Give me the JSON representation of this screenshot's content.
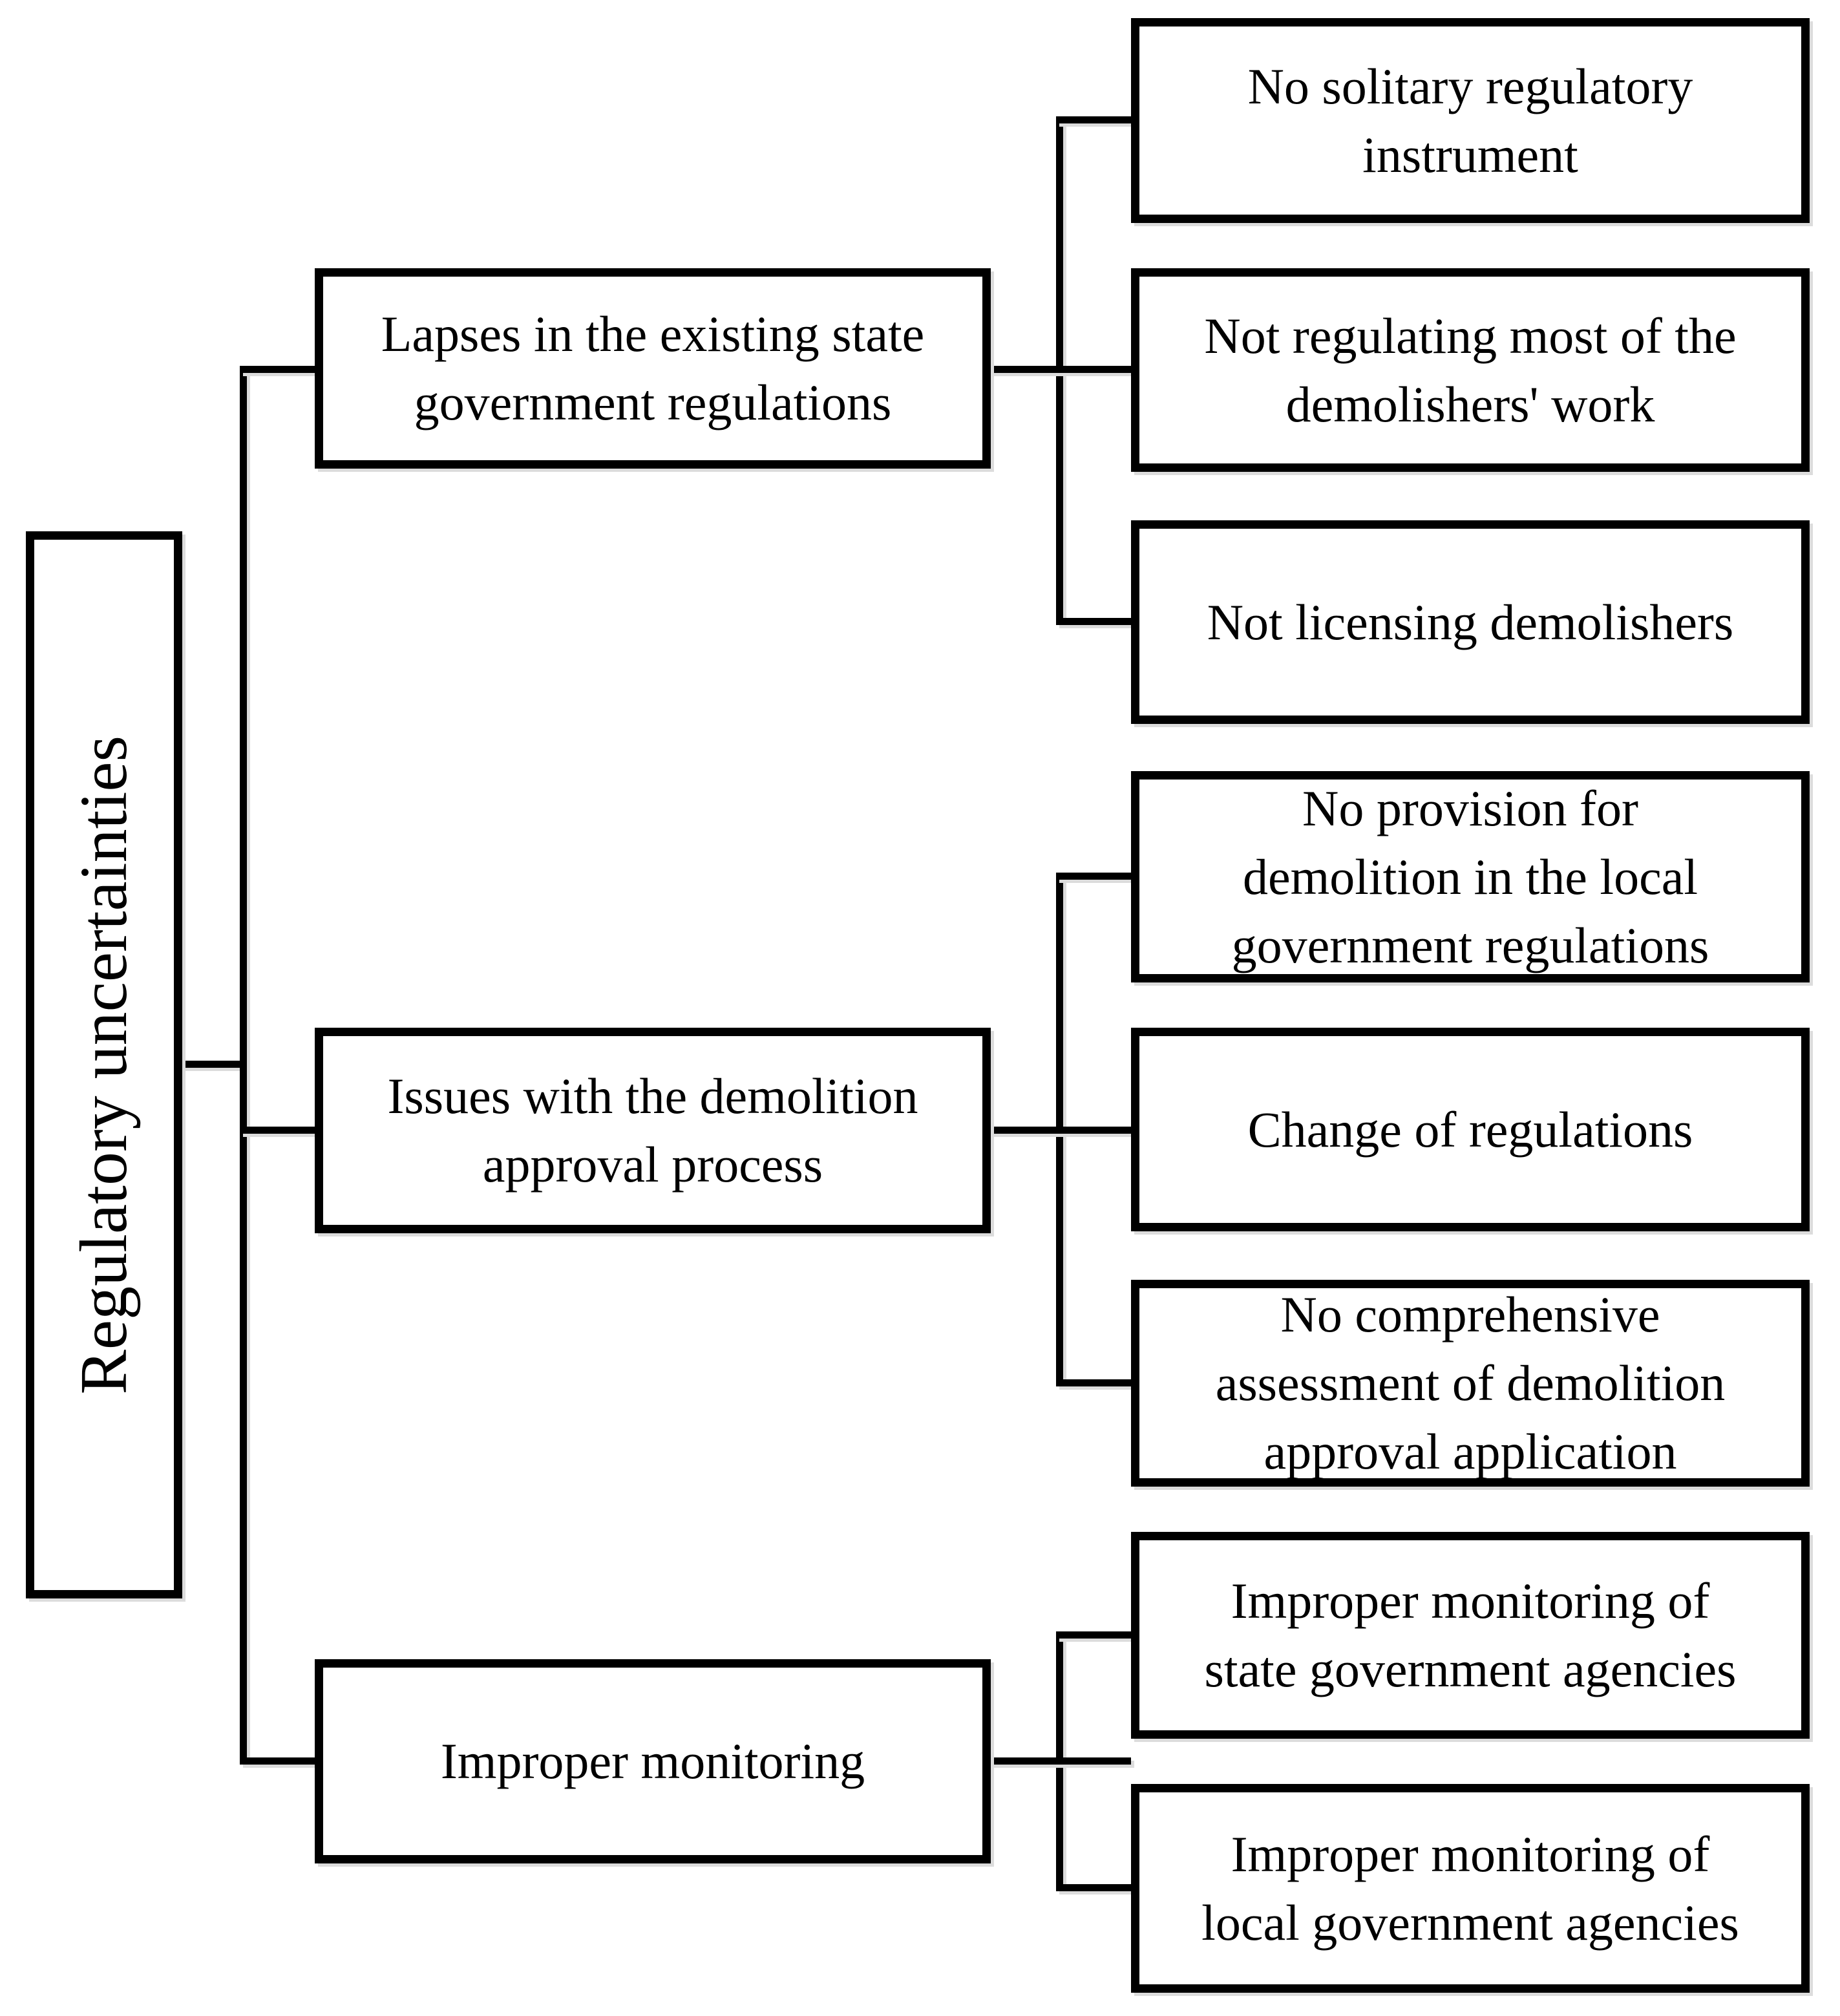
{
  "figure": {
    "type": "tree-diagram",
    "orientation": "left-to-right",
    "colors": {
      "line": "#000000",
      "background": "#ffffff",
      "box_fill": "#ffffff",
      "text": "#000000",
      "shadow": "#dcdcdc"
    },
    "root": {
      "label": "Regulatory uncertainties"
    },
    "branches": [
      {
        "label": "Lapses in the existing state\ngovernment regulations",
        "children": [
          "No solitary regulatory\ninstrument",
          "Not regulating most of the\ndemolishers' work",
          "Not licensing demolishers"
        ]
      },
      {
        "label": "Issues with the demolition\napproval process",
        "children": [
          "No provision for\ndemolition in the local\ngovernment regulations",
          "Change of regulations",
          "No comprehensive\nassessment of demolition\napproval application"
        ]
      },
      {
        "label": "Improper monitoring",
        "children": [
          "Improper monitoring of\nstate government agencies",
          "Improper monitoring of\nlocal government agencies"
        ]
      }
    ]
  }
}
